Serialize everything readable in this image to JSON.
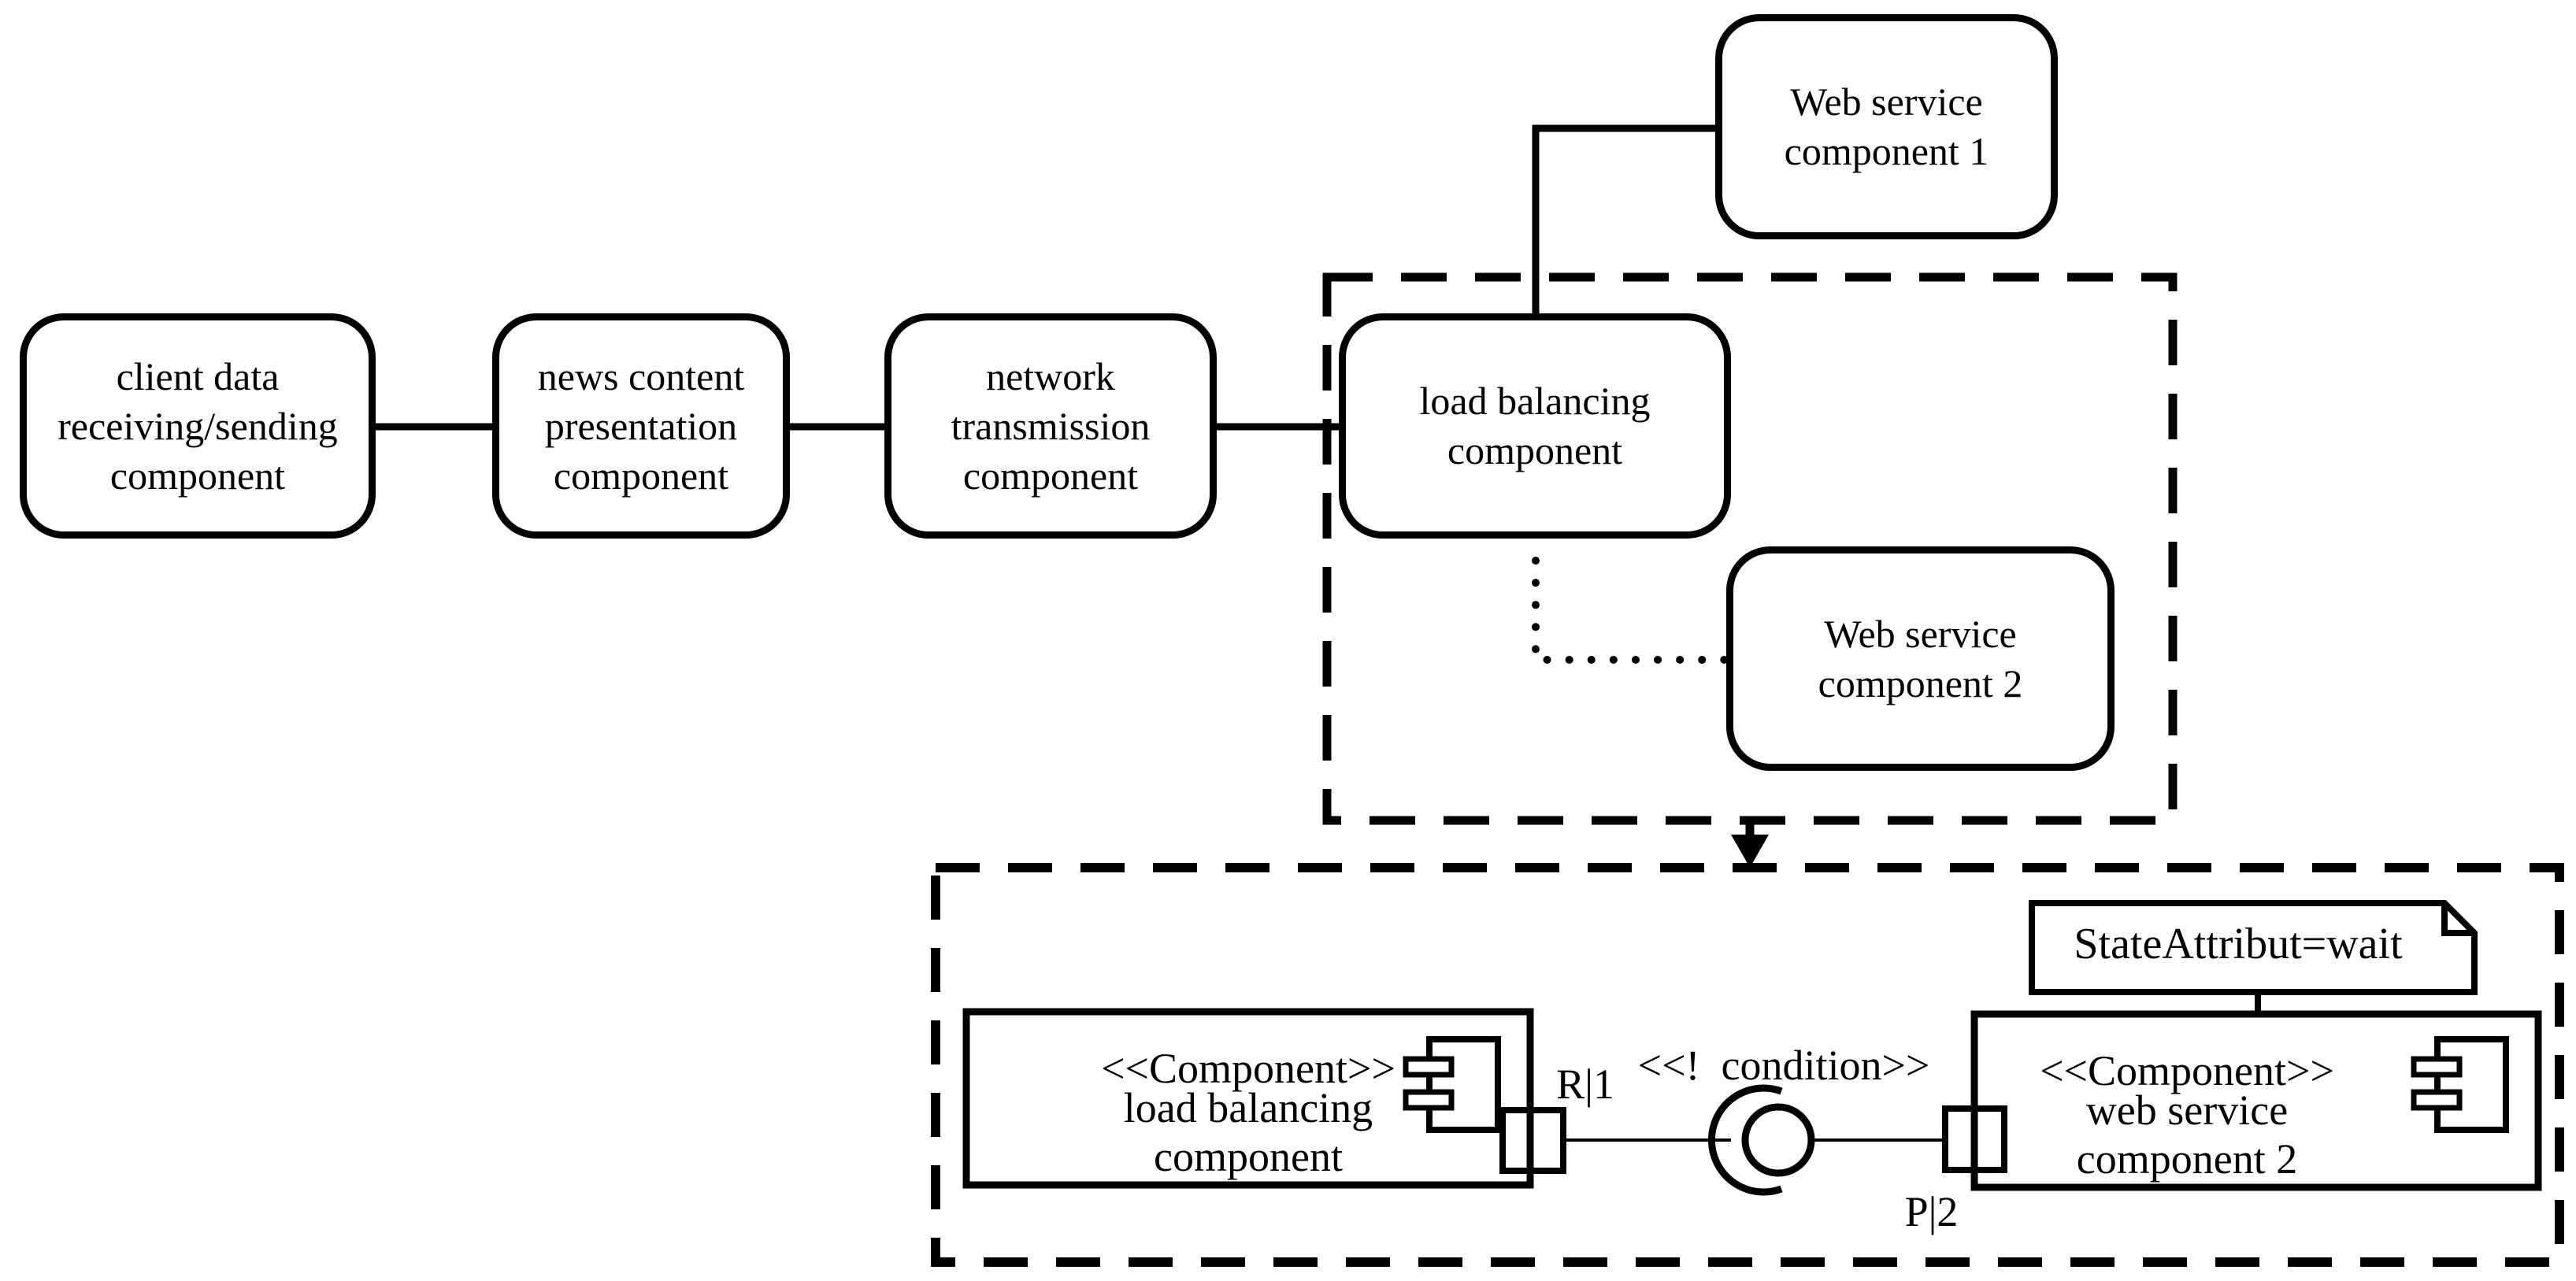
{
  "colors": {
    "ink": "#000000",
    "background": "#ffffff",
    "box_fill": "#fcfdff"
  },
  "pipeline": {
    "boxes": [
      {
        "id": "client_data",
        "lines": [
          "client data",
          "receiving/sending",
          "component"
        ]
      },
      {
        "id": "news_content",
        "lines": [
          "news content",
          "presentation",
          "component"
        ]
      },
      {
        "id": "network_transmission",
        "lines": [
          "network",
          "transmission",
          "component"
        ]
      },
      {
        "id": "load_balancing",
        "lines": [
          "load balancing",
          "component"
        ]
      },
      {
        "id": "web_service_1",
        "lines": [
          "Web service",
          "component 1"
        ]
      },
      {
        "id": "web_service_2",
        "lines": [
          "Web service",
          "component 2"
        ]
      }
    ]
  },
  "detail_view": {
    "component_left": {
      "stereotype": "<<Component>>",
      "name_lines": [
        "load balancing",
        "component"
      ]
    },
    "component_right": {
      "stereotype": "<<Component>>",
      "name_lines": [
        "web service",
        "component 2"
      ]
    },
    "note_text": "StateAttribut=wait",
    "required_interface_label": "R|1",
    "provided_interface_label": "P|2",
    "connector_stereotype": "<<!  condition>>"
  }
}
